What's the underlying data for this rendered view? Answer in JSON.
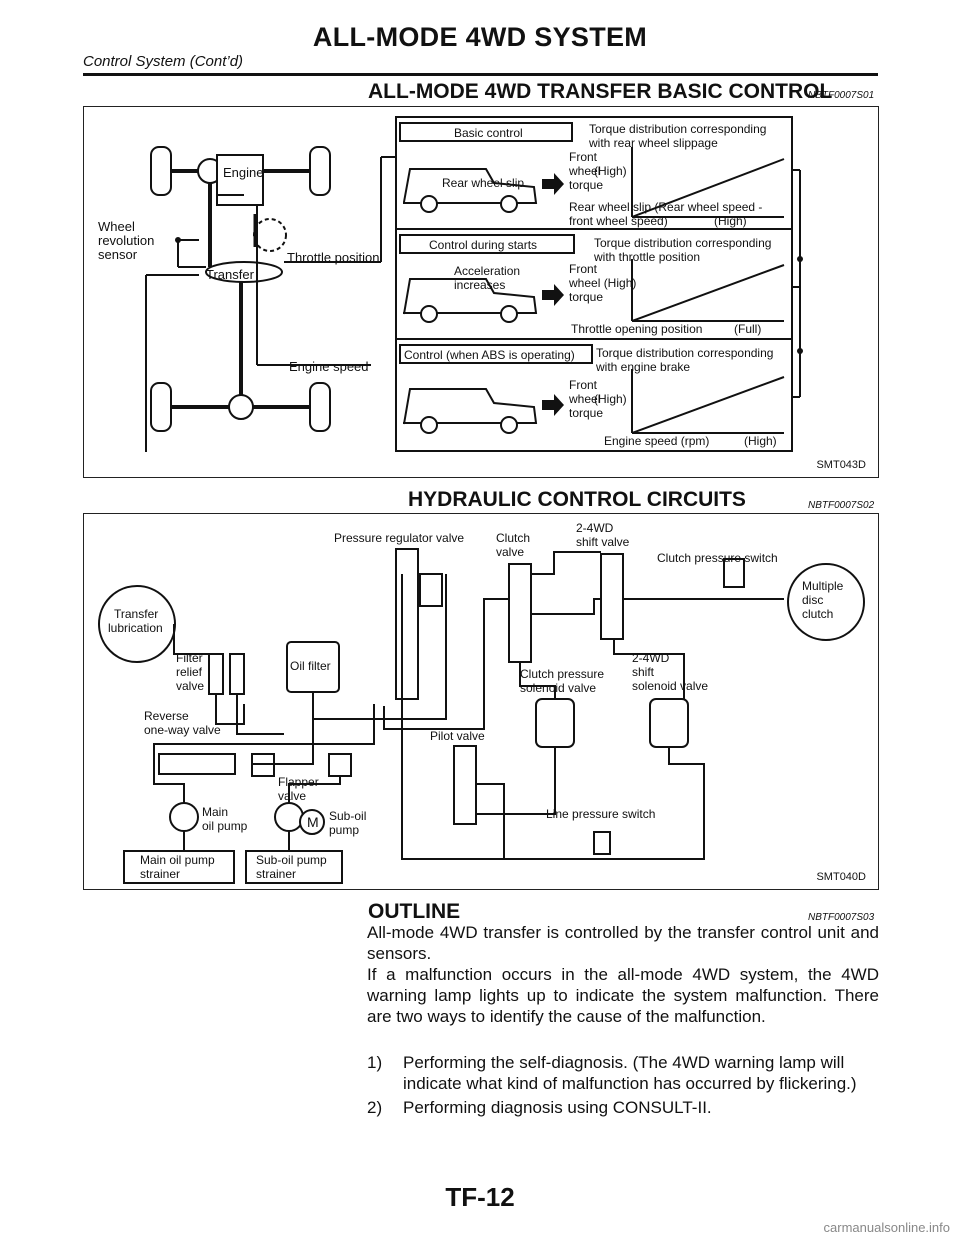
{
  "header": {
    "title": "ALL-MODE 4WD SYSTEM",
    "subtitle": "Control System (Cont’d)"
  },
  "section1": {
    "title": "ALL-MODE 4WD TRANSFER BASIC CONTROL",
    "code": "NBTF0007S01",
    "figure_code": "SMT043D",
    "labels": {
      "engine": "Engine",
      "transfer": "Transfer",
      "wheel_sensor": [
        "Wheel",
        "revolution",
        "sensor"
      ],
      "throttle_position": "Throttle position",
      "engine_speed": "Engine speed"
    },
    "panels": [
      {
        "mode": "Basic control",
        "desc": [
          "Torque distribution corresponding",
          "with rear wheel slippage"
        ],
        "car_label": [
          "Rear wheel slip"
        ],
        "y_axis": [
          "Front",
          "wheel",
          "torque"
        ],
        "high": "(High)",
        "x_axis": [
          "Rear wheel slip (Rear wheel speed -",
          "front wheel speed)",
          "(High)"
        ]
      },
      {
        "mode": "Control during starts",
        "desc": [
          "Torque distribution corresponding",
          "with throttle position"
        ],
        "car_label": [
          "Acceleration",
          "increases"
        ],
        "y_axis": [
          "Front",
          "wheel (High)",
          "torque"
        ],
        "high": "",
        "x_axis": [
          "Throttle opening position",
          "",
          "(Full)"
        ]
      },
      {
        "mode": "Control (when ABS is operating)",
        "desc": [
          "Torque distribution corresponding",
          "with engine brake"
        ],
        "car_label": [],
        "y_axis": [
          "Front",
          "wheel",
          "torque"
        ],
        "high": "(High)",
        "x_axis": [
          "Engine speed (rpm)",
          "",
          "(High)"
        ]
      }
    ]
  },
  "section2": {
    "title": "HYDRAULIC CONTROL CIRCUITS",
    "code": "NBTF0007S02",
    "figure_code": "SMT040D",
    "labels": {
      "pressure_regulator": "Pressure regulator valve",
      "clutch_valve": [
        "Clutch",
        "valve"
      ],
      "shift_valve": [
        "2-4WD",
        "shift valve"
      ],
      "clutch_pressure_switch": "Clutch pressure switch",
      "multiple_disc_clutch": [
        "Multiple",
        "disc",
        "clutch"
      ],
      "transfer_lubrication": [
        "Transfer",
        "lubrication"
      ],
      "filter_relief": [
        "Filter",
        "relief",
        "valve"
      ],
      "oil_filter": "Oil filter",
      "clutch_solenoid": [
        "Clutch pressure",
        "solenoid valve"
      ],
      "shift_solenoid": [
        "2-4WD",
        "shift",
        "solenoid valve"
      ],
      "reverse_oneway": [
        "Reverse",
        "one-way valve"
      ],
      "pilot_valve": "Pilot valve",
      "flapper_valve": [
        "Flapper",
        "valve"
      ],
      "main_oil_pump": [
        "Main",
        "oil pump"
      ],
      "motor": "M",
      "sub_oil_pump": [
        "Sub-oil",
        "pump"
      ],
      "line_pressure_switch": "Line pressure switch",
      "main_strainer": [
        "Main oil pump",
        "strainer"
      ],
      "sub_strainer": [
        "Sub-oil pump",
        "strainer"
      ]
    }
  },
  "section3": {
    "title": "OUTLINE",
    "code": "NBTF0007S03",
    "paragraph": "All-mode 4WD transfer is controlled by the transfer control unit and sensors.",
    "paragraph2": "If a malfunction occurs in the all-mode 4WD system, the 4WD warning lamp lights up to indicate the system malfunction. There are two ways to identify the cause of the malfunction.",
    "items": [
      {
        "num": "1)",
        "text": "Performing the self-diagnosis. (The 4WD warning lamp will indicate what kind of malfunction has occurred by flickering.)"
      },
      {
        "num": "2)",
        "text": "Performing diagnosis using CONSULT-II."
      }
    ]
  },
  "footer": {
    "page": "TF-12",
    "watermark": "carmanualsonline.info"
  }
}
